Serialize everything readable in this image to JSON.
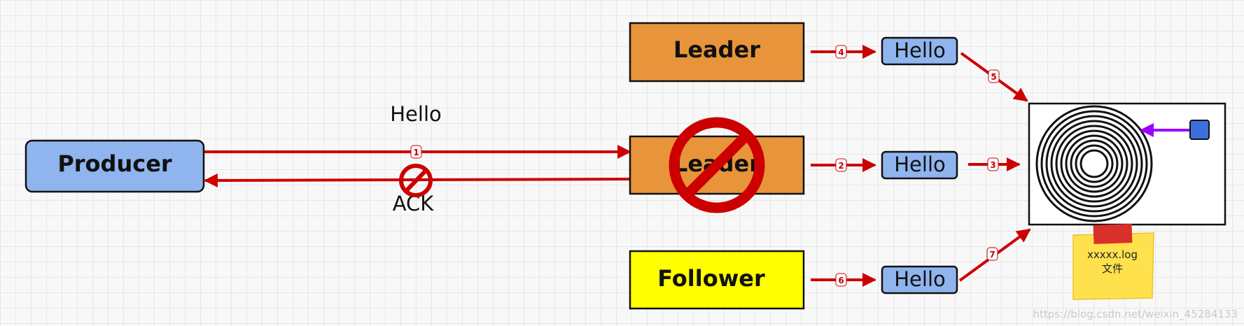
{
  "producer": {
    "label": "Producer"
  },
  "leader_top": {
    "label": "Leader"
  },
  "leader_mid": {
    "label": "Leader"
  },
  "follower": {
    "label": "Follower"
  },
  "hello_above_arrow": "Hello",
  "ack_label": "ACK",
  "hello_boxes": {
    "top": "Hello",
    "mid": "Hello",
    "bottom": "Hello"
  },
  "steps": [
    "1",
    "2",
    "3",
    "4",
    "5",
    "6",
    "7"
  ],
  "note": {
    "line1": "xxxxx.log",
    "line2": "文件"
  },
  "watermark": "https://blog.csdn.net/weixin_45284133",
  "colors": {
    "producer_fill": "#8fb4ee",
    "hello_fill": "#8fb4ee",
    "leader_fill": "#e8943b",
    "follower_fill": "#ffff00",
    "arrow": "#cc0000",
    "prohibit": "#cc0000",
    "pointer_arrow": "#9a00ff",
    "note": "#ffe14d",
    "note_tape": "#d9302c"
  }
}
